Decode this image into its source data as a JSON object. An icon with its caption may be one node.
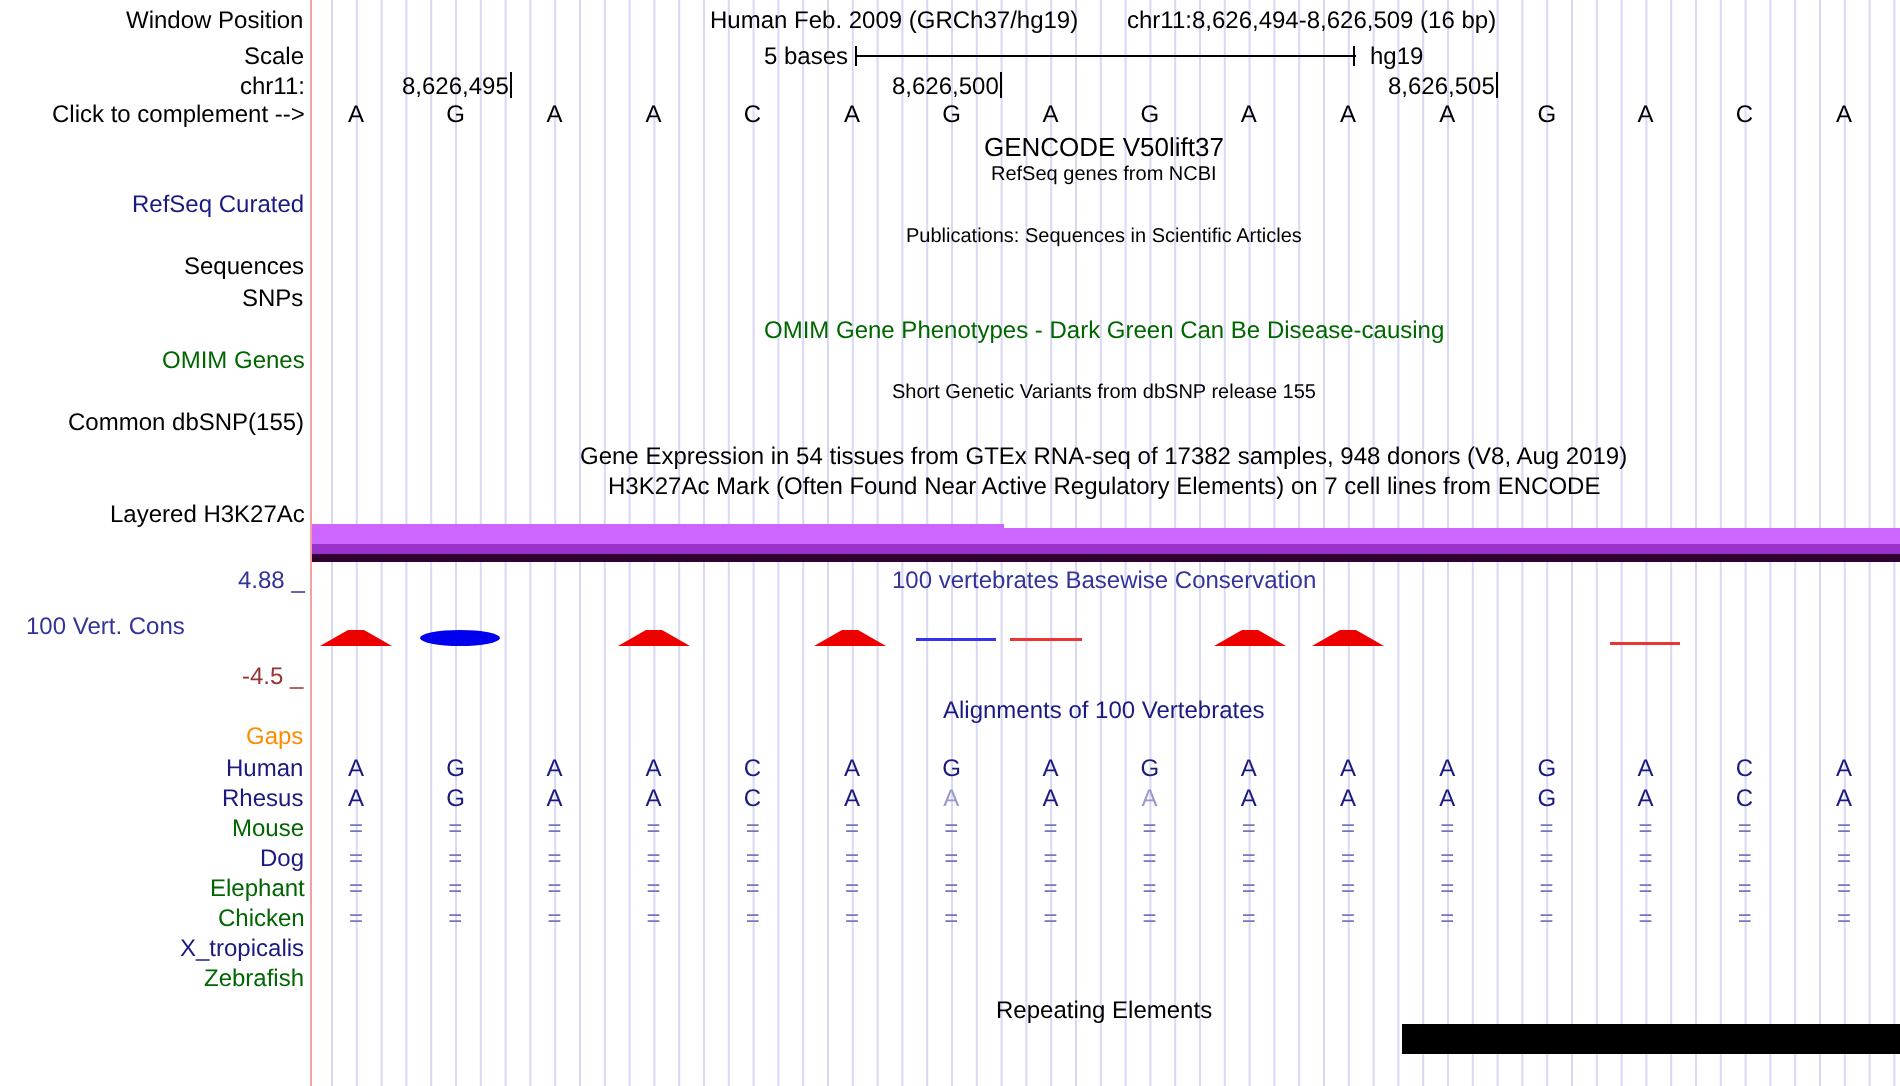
{
  "diagram": {
    "labels": [
      "Window Position",
      "Human Feb. 2009 (GRCh37/hg19)",
      "chr11:8,626,494-8,626,509 (16 bp)",
      "Scale",
      "5 bases",
      "hg19",
      "chr11:",
      "8,626,495",
      "8,626,500",
      "8,626,505",
      "Click to complement -->",
      "A",
      "G",
      "A",
      "A",
      "C",
      "A",
      "G",
      "A",
      "G",
      "A",
      "A",
      "A",
      "G",
      "A",
      "C",
      "A",
      "GENCODE V50lift37",
      "RefSeq genes from NCBI",
      "RefSeq Curated",
      "Publications: Sequences in Scientific Articles",
      "Sequences",
      "SNPs",
      "OMIM Gene Phenotypes - Dark Green Can Be Disease-causing",
      "OMIM Genes",
      "Short Genetic Variants from dbSNP release 155",
      "Common dbSNP(155)",
      "Gene Expression in 54 tissues from GTEx RNA-seq of 17382 samples, 948 donors (V8, Aug 2019)",
      "H3K27Ac Mark (Often Found Near Active Regulatory Elements) on 7 cell lines from ENCODE",
      "Layered H3K27Ac",
      "4.88 _",
      "100 vertebrates Basewise Conservation",
      "100 Vert. Cons",
      "-4.5 _",
      "Alignments of 100 Vertebrates",
      "Gaps",
      "Human",
      "A",
      "G",
      "A",
      "A",
      "C",
      "A",
      "G",
      "A",
      "G",
      "A",
      "A",
      "A",
      "G",
      "A",
      "C",
      "A",
      "Rhesus",
      "A",
      "G",
      "A",
      "A",
      "C",
      "A",
      "A",
      "A",
      "A",
      "A",
      "A",
      "A",
      "G",
      "A",
      "C",
      "A",
      "Mouse",
      "=",
      "=",
      "=",
      "=",
      "=",
      "=",
      "=",
      "=",
      "=",
      "=",
      "=",
      "=",
      "=",
      "=",
      "=",
      "=",
      "Dog",
      "=",
      "=",
      "=",
      "=",
      "=",
      "=",
      "=",
      "=",
      "=",
      "=",
      "=",
      "=",
      "=",
      "=",
      "=",
      "=",
      "Elephant",
      "=",
      "=",
      "=",
      "=",
      "=",
      "=",
      "=",
      "=",
      "=",
      "=",
      "=",
      "=",
      "=",
      "=",
      "=",
      "=",
      "Chicken",
      "=",
      "=",
      "=",
      "=",
      "=",
      "=",
      "=",
      "=",
      "=",
      "=",
      "=",
      "=",
      "=",
      "=",
      "=",
      "=",
      "X_tropicalis",
      "Zebrafish",
      "Repeating Elements"
    ]
  }
}
